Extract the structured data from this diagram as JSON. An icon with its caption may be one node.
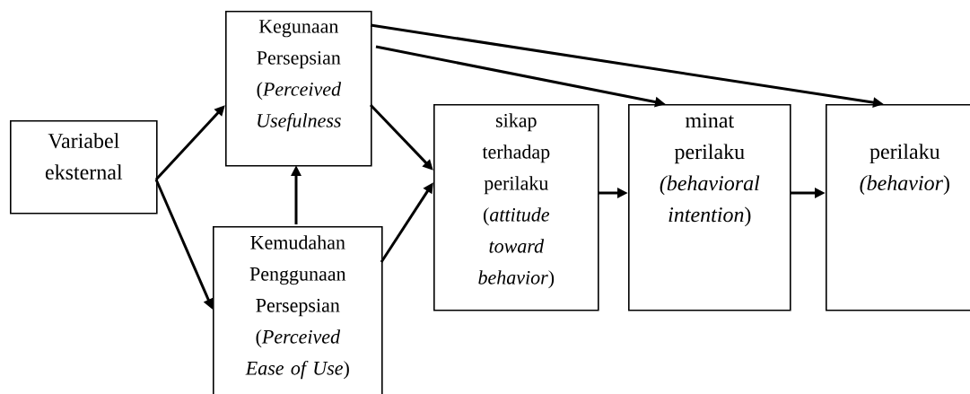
{
  "diagram": {
    "nodes": [
      {
        "text": [
          "Variabel eksternal"
        ]
      },
      {
        "text": [
          "Kegunaan Persepsian (*Perceived Usefulness*"
        ]
      },
      {
        "text": [
          "Kemudahan Penggunaan Persepsian (*Perceived Ease of Use*)"
        ]
      },
      {
        "text": [
          "sikap terhadap perilaku (*attitude toward behavior*)"
        ]
      },
      {
        "text": [
          "minat perilaku *(behavioral intention*)"
        ]
      },
      {
        "text": [
          "perilaku *(behavior*)"
        ]
      }
    ],
    "edges": [
      {
        "from": 0,
        "to": 1,
        "arrow": "to"
      },
      {
        "from": 0,
        "to": 2,
        "arrow": "to"
      },
      {
        "from": 2,
        "to": 1,
        "arrow": "to"
      },
      {
        "from": 1,
        "to": 3,
        "arrow": "to"
      },
      {
        "from": 2,
        "to": 3,
        "arrow": "to"
      },
      {
        "from": 3,
        "to": 4,
        "arrow": "to"
      },
      {
        "from": 4,
        "to": 5,
        "arrow": "to"
      },
      {
        "from": 1,
        "to": 4,
        "arrow": "to"
      },
      {
        "from": 1,
        "to": 5,
        "arrow": "to"
      }
    ]
  }
}
